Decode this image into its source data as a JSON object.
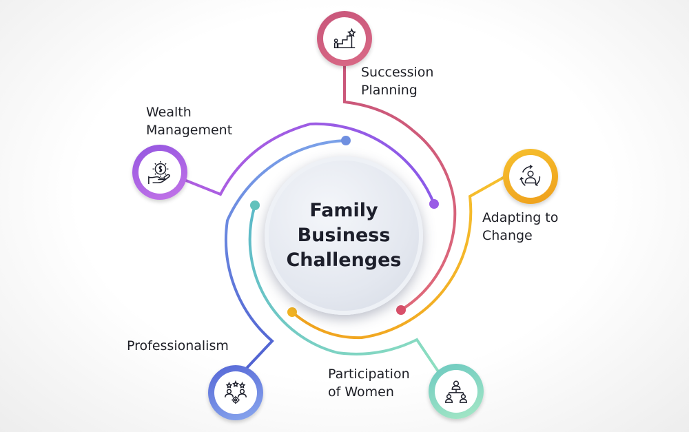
{
  "center": {
    "title": "Family Business Challenges"
  },
  "items": [
    {
      "label": "Succession\nPlanning",
      "icon": "stairs-success-icon",
      "color": "#c8557a"
    },
    {
      "label": "Adapting to\nChange",
      "icon": "change-cycle-icon",
      "color": "#f0b428"
    },
    {
      "label": "Participation\nof Women",
      "icon": "org-chart-women-icon",
      "color": "#7fd3b9"
    },
    {
      "label": "Professionalism",
      "icon": "team-skills-icon",
      "color": "#5a6ad8"
    },
    {
      "label": "Wealth\nManagement",
      "icon": "money-hand-icon",
      "color": "#a45be0"
    }
  ]
}
